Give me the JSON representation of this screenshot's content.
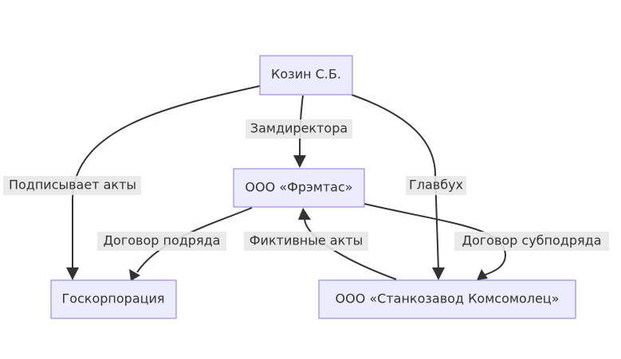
{
  "diagram": {
    "type": "flowchart",
    "nodes": {
      "kozin": "Козин С.Б.",
      "fremtas": "ООО «Фрэмтас»",
      "goskorp": "Госкорпорация",
      "stankozavod": "ООО «Станкозавод Комсомолец»"
    },
    "edges": {
      "kozin_fremtas": "Замдиректора",
      "kozin_goskorp": "Подписывает акты",
      "kozin_stankozavod": "Главбух",
      "fremtas_goskorp": "Договор подряда",
      "fremtas_stankozavod": "Договор субподряда",
      "stankozavod_fremtas": "Фиктивные акты"
    },
    "colors": {
      "node_fill": "#ECECFF",
      "node_border": "#9370DB",
      "edge": "#333333",
      "label_background": "#e8e8e8"
    }
  }
}
